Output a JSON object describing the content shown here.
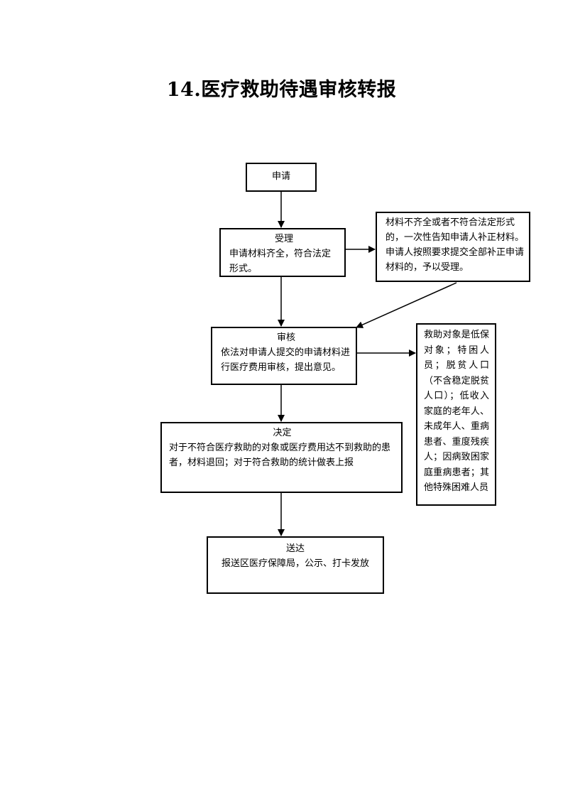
{
  "title": "14.医疗救助待遇审核转报",
  "steps": {
    "apply": {
      "label": "申请"
    },
    "accept": {
      "label": "受理",
      "text": "申请材料齐全，符合法定形式。"
    },
    "supplement": {
      "text": "材料不齐全或者不符合法定形式的，一次性告知申请人补正材料。申请人按照要求提交全部补正申请材料的，予以受理。"
    },
    "review": {
      "label": "审核",
      "text": "依法对申请人提交的申请材料进行医疗费用审核，提出意见。"
    },
    "decision": {
      "label": "决定",
      "text": "对于不符合医疗救助的对象或医疗费用达不到救助的患者，材料退回；对于符合救助的统计做表上报"
    },
    "deliver": {
      "label": "送达",
      "text": "报送区医疗保障局，公示、打卡发放"
    },
    "targets": {
      "text": "救助对象是低保对象；特困人员；脱贫人口（不含稳定脱贫人口）；低收入家庭的老年人、未成年人、重病患者、重度残疾人；因病致困家庭重病患者；其他特殊困难人员"
    }
  }
}
